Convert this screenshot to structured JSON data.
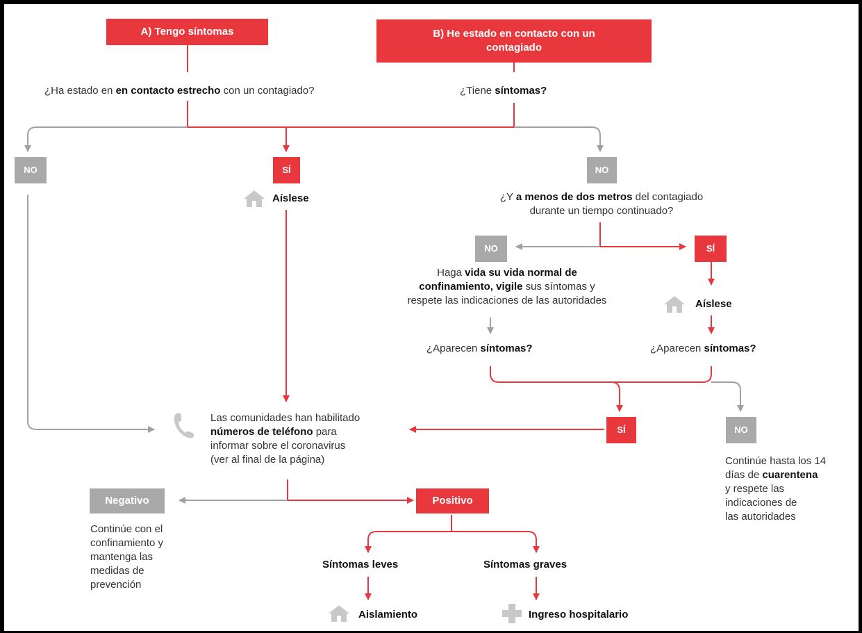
{
  "colors": {
    "red": "#e8373d",
    "grey": "#a9a9a9",
    "text": "#333333"
  },
  "icons": {
    "home": "home-icon",
    "phone": "phone-icon",
    "hospital": "cross-icon"
  },
  "boxes": {
    "a": "A) Tengo síntomas",
    "b_line1": "B) He estado en contacto con un",
    "b_line2": "contagiado",
    "no": "NO",
    "si": "SÍ",
    "negativo": "Negativo",
    "positivo": "Positivo"
  },
  "q_contact": {
    "pre": "¿Ha estado en ",
    "bold": "en contacto estrecho",
    "post": " con un contagiado?"
  },
  "q_symptoms": {
    "pre": "¿Tiene ",
    "bold": "síntomas?"
  },
  "q_distance": {
    "pre": "¿Y ",
    "bold": "a menos de dos metros",
    "post": " del contagiado",
    "line2": "durante un tiempo continuado?"
  },
  "aislese": "Aíslese",
  "normal_life": {
    "l1_pre": "Haga ",
    "l1_bold": "vida su vida normal de",
    "l2_bold": "confinamiento, vigile",
    "l2_post": " sus síntomas y",
    "l3": "respete las indicaciones de las autoridades"
  },
  "q_appear": {
    "pre": "¿Aparecen ",
    "bold": "síntomas?"
  },
  "phone_info": {
    "l1": "Las comunidades han habilitado",
    "l2_bold": "números de teléfono",
    "l2_post": " para",
    "l3": "informar sobre el coronavirus",
    "l4": "(ver al final de la página)"
  },
  "quarantine": {
    "l1": "Continúe hasta los 14",
    "l2_pre": "días de ",
    "l2_bold": "cuarentena",
    "l3": "y respete las",
    "l4": "indicaciones de",
    "l5": "las autoridades"
  },
  "negative_text": [
    "Continúe con el",
    "confinamiento y",
    "mantenga las",
    "medidas de",
    "prevención"
  ],
  "mild": "Síntomas leves",
  "severe": "Síntomas graves",
  "isolation": "Aislamiento",
  "hospital": "Ingreso hospitalario"
}
